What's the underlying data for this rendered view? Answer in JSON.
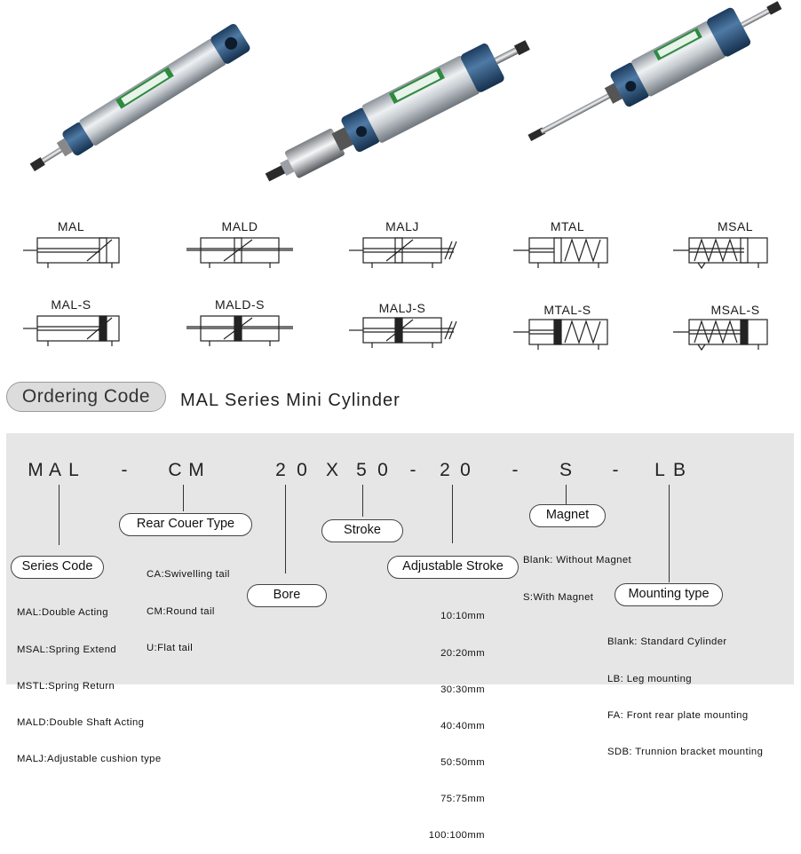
{
  "symbols_row1": [
    "MAL",
    "MALD",
    "MALJ",
    "MTAL",
    "MSAL"
  ],
  "symbols_row2": [
    "MAL-S",
    "MALD-S",
    "MALJ-S",
    "MTAL-S",
    "MSAL-S"
  ],
  "ordering": {
    "pill_label": "Ordering Code",
    "title": "MAL Series Mini Cylinder",
    "code_chars": [
      "M",
      "A",
      "L",
      "-",
      "C",
      "M",
      "2",
      "0",
      "X",
      "5",
      "0",
      "-",
      "2",
      "0",
      "-",
      "S",
      "-",
      "L",
      "B"
    ]
  },
  "fields": {
    "series": {
      "label": "Series Code",
      "items": [
        "MAL:Double Acting",
        "MSAL:Spring Extend",
        "MSTL:Spring Return",
        "MALD:Double Shaft Acting",
        "MALJ:Adjustable cushion type"
      ]
    },
    "rear": {
      "label": "Rear Couer Type",
      "items": [
        "CA:Swivelling tail",
        "CM:Round tail",
        "U:Flat tail"
      ]
    },
    "bore": {
      "label": "Bore"
    },
    "stroke": {
      "label": "Stroke"
    },
    "adjustable": {
      "label": "Adjustable Stroke",
      "items": [
        "10:10mm",
        "20:20mm",
        "30:30mm",
        "40:40mm",
        "50:50mm",
        "75:75mm",
        "100:100mm"
      ]
    },
    "magnet": {
      "label": "Magnet",
      "items": [
        "Blank: Without Magnet",
        "S:With Magnet"
      ]
    },
    "mounting": {
      "label": "Mounting type",
      "items": [
        "Blank: Standard Cylinder",
        "LB: Leg mounting",
        "FA: Front rear plate mounting",
        "SDB: Trunnion bracket mounting"
      ]
    }
  }
}
